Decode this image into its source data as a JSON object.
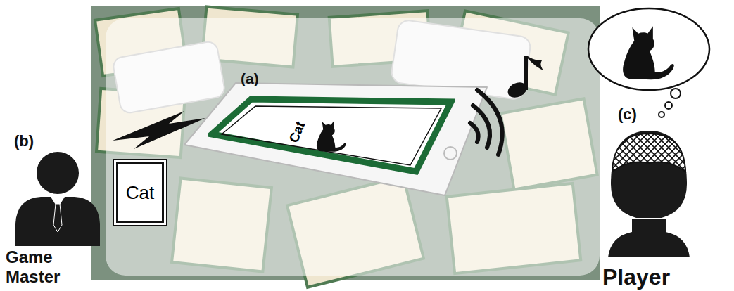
{
  "diagram": {
    "nodes": [
      {
        "text": [
          "Cat"
        ]
      },
      {
        "text": [
          "Cat"
        ]
      }
    ],
    "labels": [
      "(a)",
      "(b)",
      "(c)",
      "Game Master",
      "Player"
    ]
  }
}
